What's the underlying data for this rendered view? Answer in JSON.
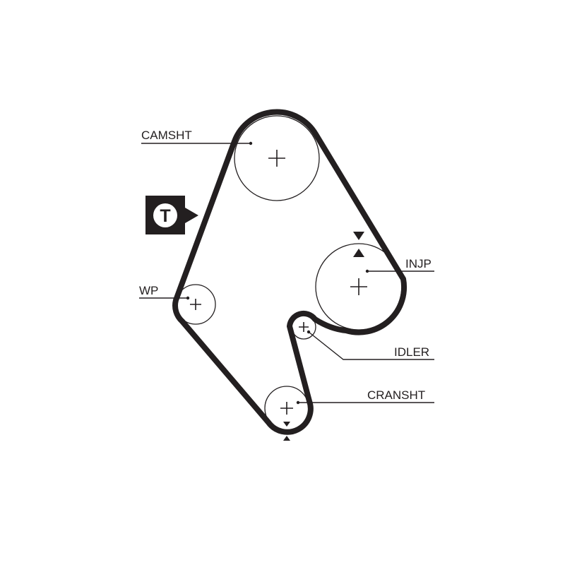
{
  "diagram": {
    "type": "timing-belt-layout",
    "labels": {
      "camshaft": "CAMSHT",
      "water_pump": "WP",
      "injection_pump": "INJP",
      "idler": "IDLER",
      "crankshaft": "CRANSHT"
    },
    "tensioner_badge": "T",
    "colors": {
      "belt": "#231f20",
      "line": "#231f20",
      "background": "#ffffff"
    }
  }
}
